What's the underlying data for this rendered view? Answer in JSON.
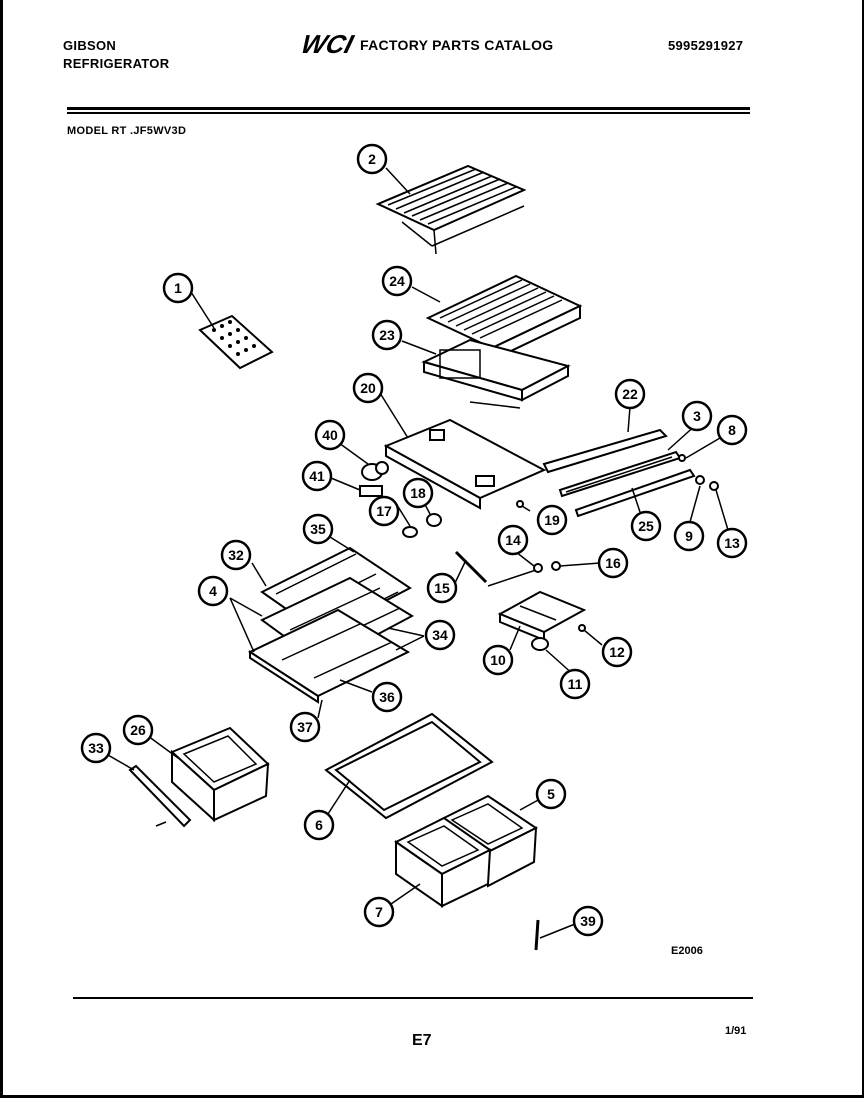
{
  "header": {
    "brand_line1": "GIBSON",
    "brand_line2": "REFRIGERATOR",
    "logo_text": "WCI",
    "catalog_title": "FACTORY PARTS CATALOG",
    "part_number": "5995291927",
    "model_label": "MODEL RT .JF5WV3D"
  },
  "footer": {
    "diagram_code": "E2006",
    "page_label": "E7",
    "date": "1/91"
  },
  "callouts": [
    "1",
    "2",
    "3",
    "4",
    "5",
    "6",
    "7",
    "8",
    "9",
    "10",
    "11",
    "12",
    "13",
    "14",
    "15",
    "16",
    "17",
    "18",
    "19",
    "20",
    "22",
    "23",
    "24",
    "25",
    "26",
    "32",
    "33",
    "34",
    "35",
    "36",
    "37",
    "39",
    "40",
    "41"
  ]
}
